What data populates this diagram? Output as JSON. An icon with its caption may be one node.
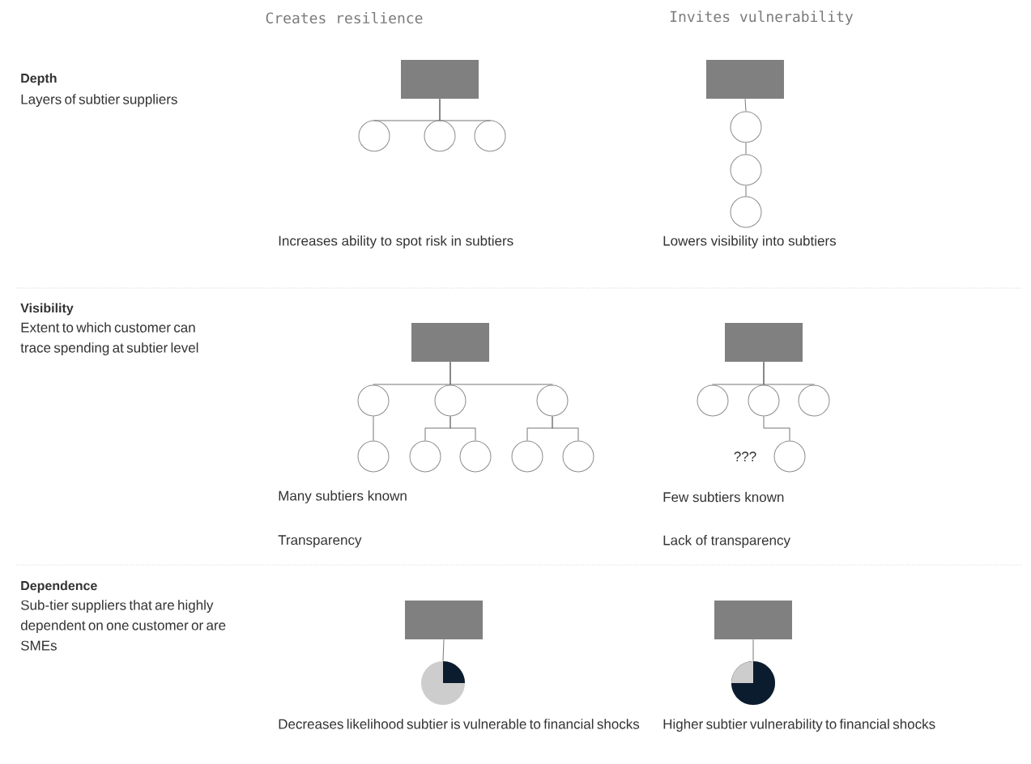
{
  "diagram": {
    "nodes": [
      {
        "text": [],
        "shape": "box"
      },
      {
        "text": [],
        "shape": "circle"
      },
      {
        "text": [],
        "shape": "circle"
      },
      {
        "text": [],
        "shape": "circle"
      },
      {
        "text": [],
        "shape": "box"
      },
      {
        "text": [],
        "shape": "circle"
      },
      {
        "text": [],
        "shape": "circle"
      },
      {
        "text": [],
        "shape": "circle"
      },
      {
        "text": [],
        "shape": "box"
      },
      {
        "text": [],
        "shape": "circle"
      },
      {
        "text": [],
        "shape": "circle"
      },
      {
        "text": [],
        "shape": "circle"
      },
      {
        "text": [],
        "shape": "circle"
      },
      {
        "text": [],
        "shape": "circle"
      },
      {
        "text": [],
        "shape": "circle"
      },
      {
        "text": [],
        "shape": "circle"
      },
      {
        "text": [],
        "shape": "circle"
      },
      {
        "text": [],
        "shape": "box"
      },
      {
        "text": [],
        "shape": "circle"
      },
      {
        "text": [],
        "shape": "circle"
      },
      {
        "text": [],
        "shape": "circle"
      },
      {
        "text": [],
        "shape": "circle"
      },
      {
        "text": [],
        "shape": "box"
      },
      {
        "text": [],
        "shape": "circle"
      },
      {
        "text": [],
        "shape": "box"
      },
      {
        "text": [],
        "shape": "circle"
      }
    ],
    "edges": [
      {
        "from": 0,
        "to": 1,
        "arrow": "none"
      },
      {
        "from": 0,
        "to": 2,
        "arrow": "none"
      },
      {
        "from": 0,
        "to": 3,
        "arrow": "none"
      },
      {
        "from": 4,
        "to": 5,
        "arrow": "none"
      },
      {
        "from": 5,
        "to": 6,
        "arrow": "none"
      },
      {
        "from": 6,
        "to": 7,
        "arrow": "none"
      },
      {
        "from": 8,
        "to": 9,
        "arrow": "none"
      },
      {
        "from": 8,
        "to": 10,
        "arrow": "none"
      },
      {
        "from": 8,
        "to": 11,
        "arrow": "none"
      },
      {
        "from": 9,
        "to": 12,
        "arrow": "none"
      },
      {
        "from": 10,
        "to": 13,
        "arrow": "none"
      },
      {
        "from": 10,
        "to": 14,
        "arrow": "none"
      },
      {
        "from": 11,
        "to": 15,
        "arrow": "none"
      },
      {
        "from": 11,
        "to": 16,
        "arrow": "none"
      },
      {
        "from": 17,
        "to": 18,
        "arrow": "none"
      },
      {
        "from": 17,
        "to": 19,
        "arrow": "none"
      },
      {
        "from": 17,
        "to": 20,
        "arrow": "none"
      },
      {
        "from": 19,
        "to": 21,
        "arrow": "none"
      },
      {
        "from": 22,
        "to": 23,
        "arrow": "none"
      },
      {
        "from": 24,
        "to": 25,
        "arrow": "none"
      }
    ],
    "labels": [
      "Creates resilience",
      "Invites vulnerability",
      "Depth",
      "Layers of subtier suppliers",
      "Increases ability to spot risk in subtiers",
      "Lowers visibility into subtiers",
      "Visibility",
      "Extent to which customer can trace spending at subtier level",
      "???",
      "Many subtiers known",
      "Few subtiers known",
      "Transparency",
      "Lack of transparency",
      "Dependence",
      "Sub-tier suppliers that are highly dependent on one customer or are SMEs",
      "Decreases likelihood subtier is vulnerable to financial shocks",
      "Higher subtier vulnerability to financial shocks"
    ]
  }
}
